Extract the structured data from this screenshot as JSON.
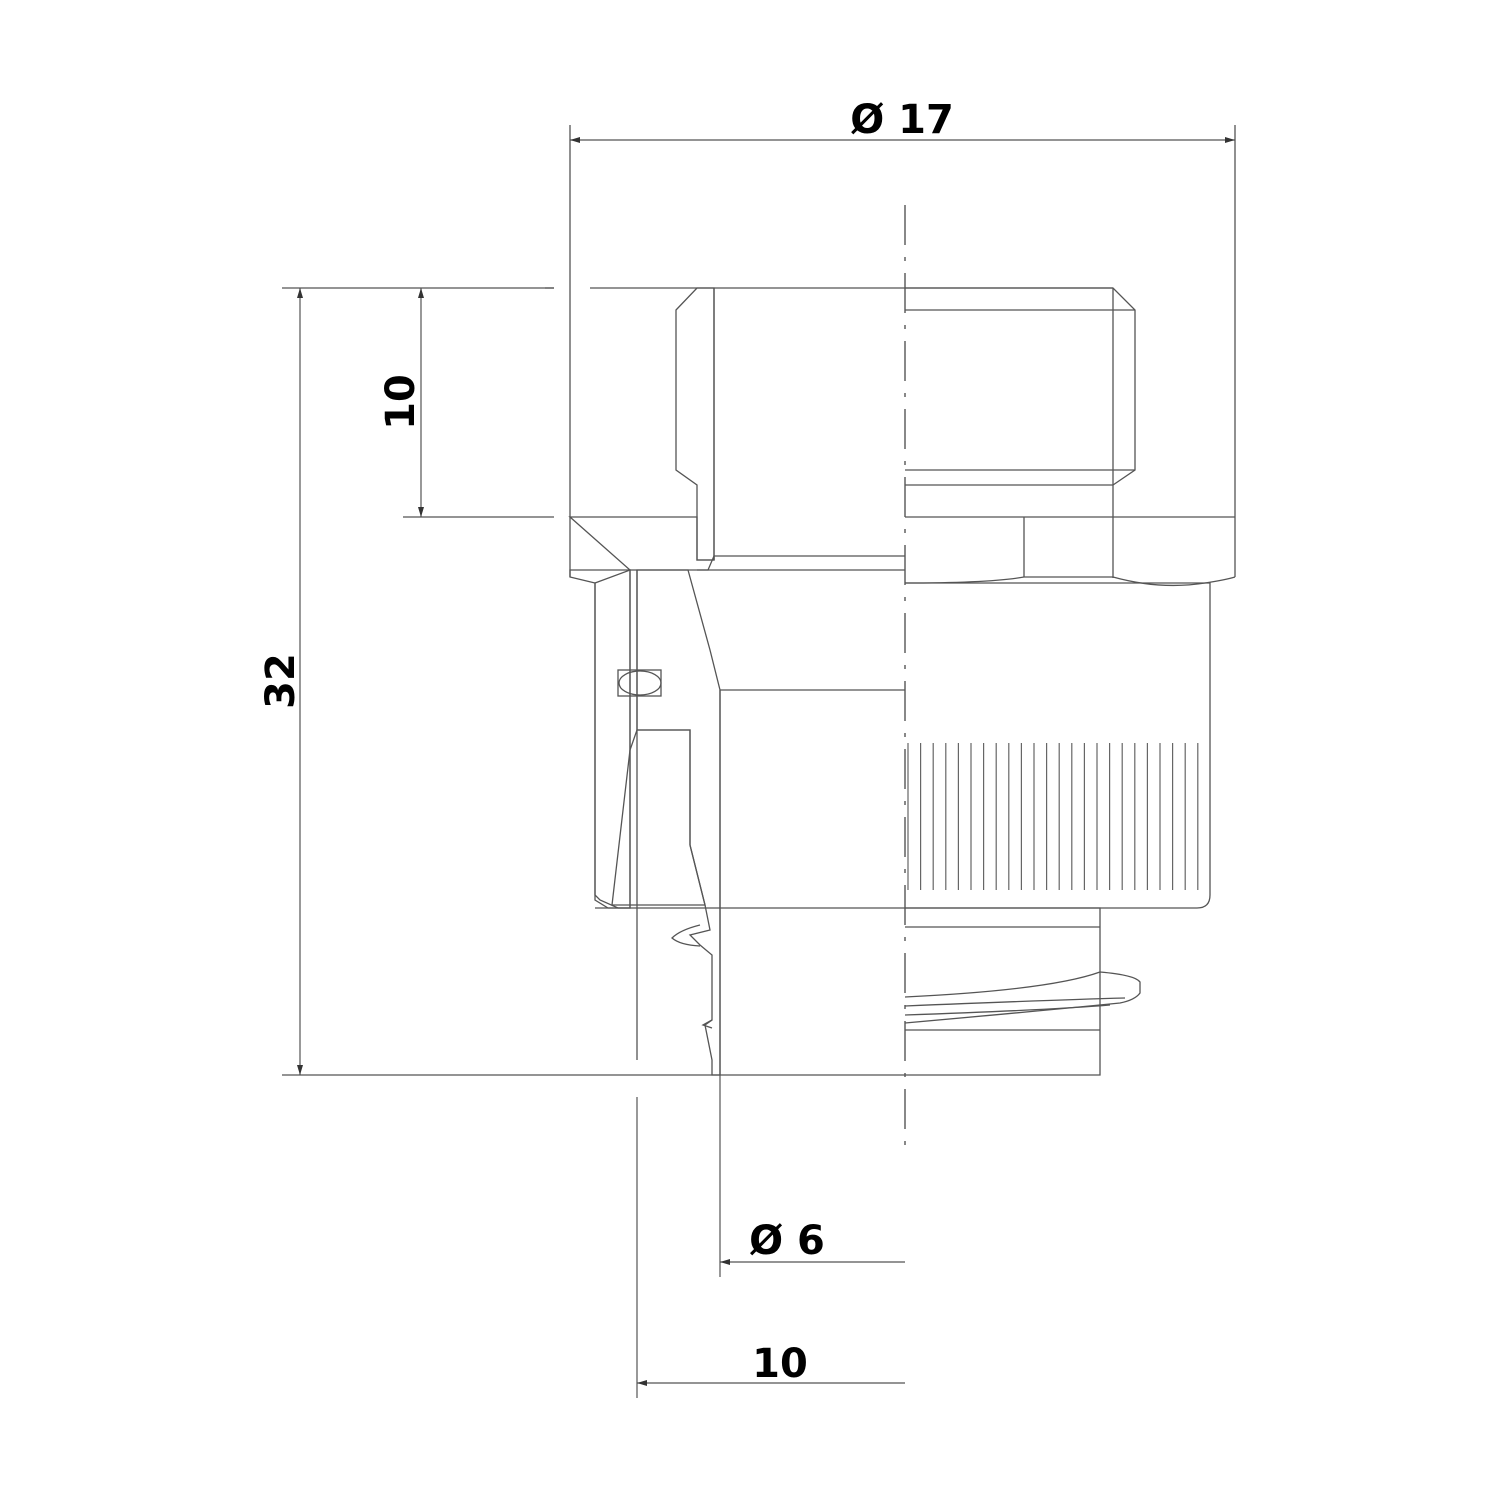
{
  "drawing": {
    "type": "technical cross-section drawing",
    "subject": "threaded pipe fitting / connector, half section view",
    "line_color": "#555555",
    "text_color": "#000000",
    "background": "#ffffff"
  },
  "dimensions": {
    "overall_diameter": {
      "label": "Ø 17",
      "orientation": "horizontal",
      "position": "top"
    },
    "thread_length": {
      "label": "10",
      "orientation": "vertical",
      "position": "left-upper"
    },
    "overall_height": {
      "label": "32",
      "orientation": "vertical",
      "position": "left"
    },
    "inner_diameter": {
      "label": "Ø 6",
      "orientation": "horizontal",
      "position": "bottom"
    },
    "bottom_radius": {
      "label": "10",
      "orientation": "horizontal",
      "position": "bottom"
    }
  }
}
